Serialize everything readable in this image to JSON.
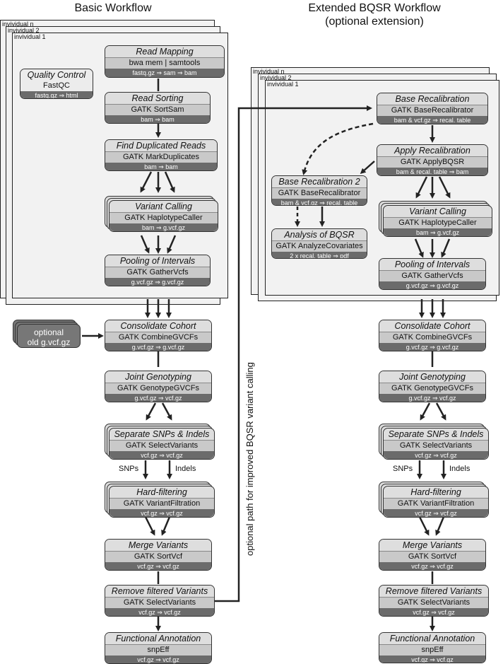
{
  "titles": {
    "basic": "Basic Workflow",
    "extended_line1": "Extended BQSR Workflow",
    "extended_line2": "(optional extension)"
  },
  "individuals": [
    "invividual n",
    "invividual 2",
    "invividual 1"
  ],
  "basic": {
    "quality_control": {
      "title": "Quality Control",
      "tool": "FastQC",
      "io": "fastq.gz ⇒ html"
    },
    "read_mapping": {
      "title": "Read Mapping",
      "tool": "bwa mem | samtools",
      "io": "fastq.gz ⇒ sam ⇒ bam"
    },
    "read_sorting": {
      "title": "Read Sorting",
      "tool": "GATK SortSam",
      "io": "bam ⇒ bam"
    },
    "find_duplicates": {
      "title": "Find Duplicated Reads",
      "tool": "GATK MarkDuplicates",
      "io": "bam ⇒ bam"
    },
    "variant_calling": {
      "title": "Variant Calling",
      "tool": "GATK HaplotypeCaller",
      "io": "bam ⇒ g.vcf.gz"
    },
    "pooling": {
      "title": "Pooling of Intervals",
      "tool": "GATK GatherVcfs",
      "io": "g.vcf.gz ⇒ g.vcf.gz"
    },
    "optional_old": {
      "line1": "optional",
      "line2": "old g.vcf.gz"
    },
    "consolidate": {
      "title": "Consolidate Cohort",
      "tool": "GATK CombineGVCFs",
      "io": "g.vcf.gz ⇒ g.vcf.gz"
    },
    "joint": {
      "title": "Joint Genotyping",
      "tool": "GATK GenotypeGVCFs",
      "io": "g.vcf.gz ⇒ vcf.gz"
    },
    "separate": {
      "title": "Separate SNPs & Indels",
      "tool": "GATK SelectVariants",
      "io": "vcf.gz ⇒ vcf.gz"
    },
    "snps_label": "SNPs",
    "indels_label": "Indels",
    "hard_filter": {
      "title": "Hard-filtering",
      "tool": "GATK VariantFiltration",
      "io": "vcf.gz ⇒ vcf.gz"
    },
    "merge": {
      "title": "Merge Variants",
      "tool": "GATK SortVcf",
      "io": "vcf.gz ⇒ vcf.gz"
    },
    "remove": {
      "title": "Remove filtered Variants",
      "tool": "GATK SelectVariants",
      "io": "vcf.gz ⇒ vcf.gz"
    },
    "annotation": {
      "title": "Functional Annotation",
      "tool": "snpEff",
      "io": "vcf.gz ⇒ vcf.gz"
    }
  },
  "optional_path_label": "optional path for improved BQSR variant calling",
  "extended": {
    "base_recal": {
      "title": "Base Recalibration",
      "tool": "GATK BaseRecalibrator",
      "io": "bam & vcf.gz ⇒ recal. table"
    },
    "apply_recal": {
      "title": "Apply Recalibration",
      "tool": "GATK ApplyBQSR",
      "io": "bam & recal. table ⇒ bam"
    },
    "base_recal2": {
      "title": "Base Recalibration 2",
      "tool": "GATK BaseRecalibrator",
      "io": "bam & vcf.gz ⇒ recal. table"
    },
    "analysis": {
      "title": "Analysis of BQSR",
      "tool": "GATK AnalyzeCovariates",
      "io": "2 x recal. table ⇒ pdf"
    },
    "variant_calling": {
      "title": "Variant Calling",
      "tool": "GATK HaplotypeCaller",
      "io": "bam ⇒ g.vcf.gz"
    },
    "pooling": {
      "title": "Pooling of Intervals",
      "tool": "GATK GatherVcfs",
      "io": "g.vcf.gz ⇒ g.vcf.gz"
    },
    "consolidate": {
      "title": "Consolidate Cohort",
      "tool": "GATK CombineGVCFs",
      "io": "g.vcf.gz ⇒ g.vcf.gz"
    },
    "joint": {
      "title": "Joint Genotyping",
      "tool": "GATK GenotypeGVCFs",
      "io": "g.vcf.gz ⇒ vcf.gz"
    },
    "separate": {
      "title": "Separate SNPs & Indels",
      "tool": "GATK SelectVariants",
      "io": "vcf.gz ⇒ vcf.gz"
    },
    "snps_label": "SNPs",
    "indels_label": "Indels",
    "hard_filter": {
      "title": "Hard-filtering",
      "tool": "GATK VariantFiltration",
      "io": "vcf.gz ⇒ vcf.gz"
    },
    "merge": {
      "title": "Merge Variants",
      "tool": "GATK SortVcf",
      "io": "vcf.gz ⇒ vcf.gz"
    },
    "remove": {
      "title": "Remove filtered Variants",
      "tool": "GATK SelectVariants",
      "io": "vcf.gz ⇒ vcf.gz"
    },
    "annotation": {
      "title": "Functional Annotation",
      "tool": "snpEff",
      "io": "vcf.gz ⇒ vcf.gz"
    }
  }
}
